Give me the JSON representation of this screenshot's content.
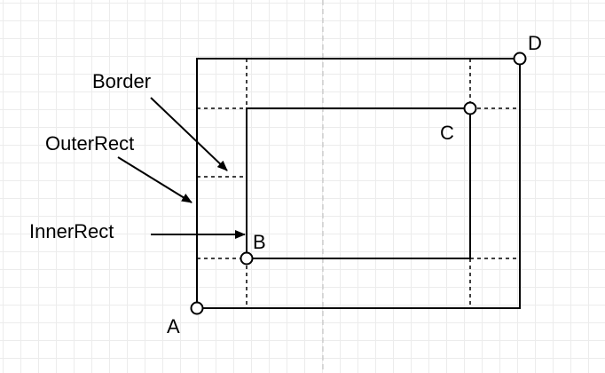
{
  "labels": {
    "border": "Border",
    "outer_rect": "OuterRect",
    "inner_rect": "InnerRect"
  },
  "points": {
    "a": "A",
    "b": "B",
    "c": "C",
    "d": "D"
  },
  "colors": {
    "line": "#000000",
    "grid": "#ececec",
    "center_guide": "#bbbbbb",
    "background": "#ffffff"
  }
}
